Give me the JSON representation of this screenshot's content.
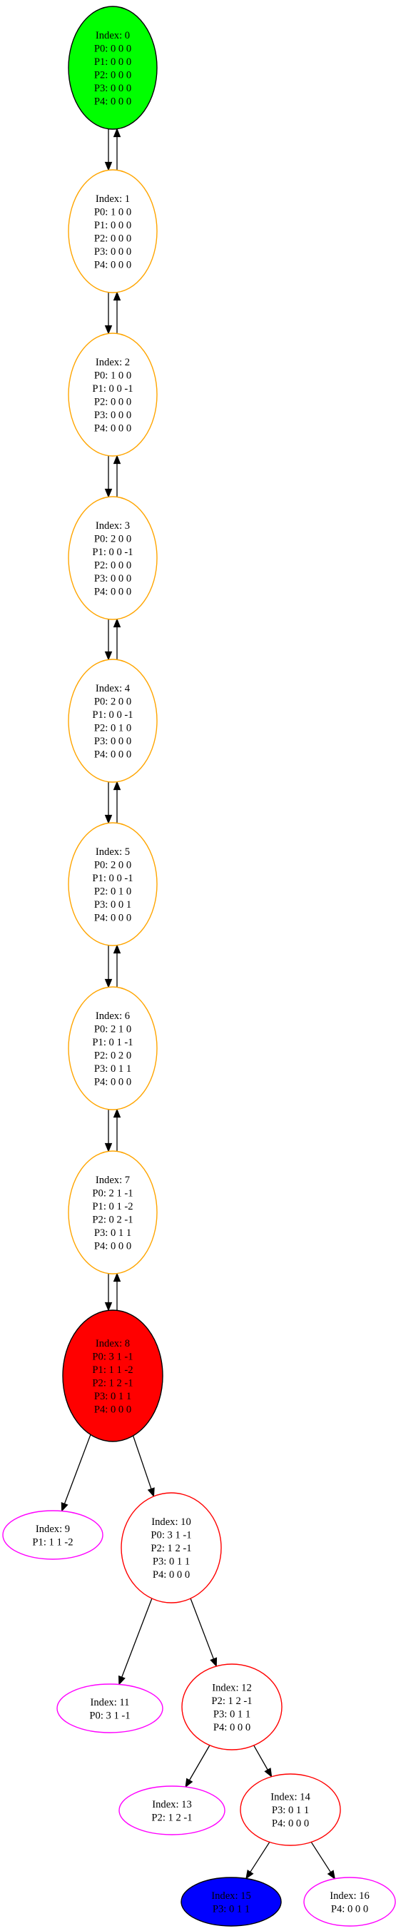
{
  "colors": {
    "root_fill": "#00ff00",
    "branch_fill": "#ff0000",
    "target_fill": "#0000ff",
    "chain_outline": "#ffa500",
    "inner_outline": "#ff0000",
    "leaf_outline": "#ff00ff",
    "edge": "#000000"
  },
  "nodes": [
    {
      "id": "0",
      "lines": [
        "Index: 0",
        "P0: 0 0 0",
        "P1: 0 0 0",
        "P2: 0 0 0",
        "P3: 0 0 0",
        "P4: 0 0 0"
      ]
    },
    {
      "id": "1",
      "lines": [
        "Index: 1",
        "P0: 1 0 0",
        "P1: 0 0 0",
        "P2: 0 0 0",
        "P3: 0 0 0",
        "P4: 0 0 0"
      ]
    },
    {
      "id": "2",
      "lines": [
        "Index: 2",
        "P0: 1 0 0",
        "P1: 0 0 -1",
        "P2: 0 0 0",
        "P3: 0 0 0",
        "P4: 0 0 0"
      ]
    },
    {
      "id": "3",
      "lines": [
        "Index: 3",
        "P0: 2 0 0",
        "P1: 0 0 -1",
        "P2: 0 0 0",
        "P3: 0 0 0",
        "P4: 0 0 0"
      ]
    },
    {
      "id": "4",
      "lines": [
        "Index: 4",
        "P0: 2 0 0",
        "P1: 0 0 -1",
        "P2: 0 1 0",
        "P3: 0 0 0",
        "P4: 0 0 0"
      ]
    },
    {
      "id": "5",
      "lines": [
        "Index: 5",
        "P0: 2 0 0",
        "P1: 0 0 -1",
        "P2: 0 1 0",
        "P3: 0 0 1",
        "P4: 0 0 0"
      ]
    },
    {
      "id": "6",
      "lines": [
        "Index: 6",
        "P0: 2 1 0",
        "P1: 0 1 -1",
        "P2: 0 2 0",
        "P3: 0 1 1",
        "P4: 0 0 0"
      ]
    },
    {
      "id": "7",
      "lines": [
        "Index: 7",
        "P0: 2 1 -1",
        "P1: 0 1 -2",
        "P2: 0 2 -1",
        "P3: 0 1 1",
        "P4: 0 0 0"
      ]
    },
    {
      "id": "8",
      "lines": [
        "Index: 8",
        "P0: 3 1 -1",
        "P1: 1 1 -2",
        "P2: 1 2 -1",
        "P3: 0 1 1",
        "P4: 0 0 0"
      ]
    },
    {
      "id": "9",
      "lines": [
        "Index: 9",
        "P1: 1 1 -2"
      ]
    },
    {
      "id": "10",
      "lines": [
        "Index: 10",
        "P0: 3 1 -1",
        "P2: 1 2 -1",
        "P3: 0 1 1",
        "P4: 0 0 0"
      ]
    },
    {
      "id": "11",
      "lines": [
        "Index: 11",
        "P0: 3 1 -1"
      ]
    },
    {
      "id": "12",
      "lines": [
        "Index: 12",
        "P2: 1 2 -1",
        "P3: 0 1 1",
        "P4: 0 0 0"
      ]
    },
    {
      "id": "13",
      "lines": [
        "Index: 13",
        "P2: 1 2 -1"
      ]
    },
    {
      "id": "14",
      "lines": [
        "Index: 14",
        "P3: 0 1 1",
        "P4: 0 0 0"
      ]
    },
    {
      "id": "15",
      "lines": [
        "Index: 15",
        "P3: 0 1 1"
      ]
    },
    {
      "id": "16",
      "lines": [
        "Index: 16",
        "P4: 0 0 0"
      ]
    }
  ],
  "edges": [
    {
      "from": "0",
      "to": "1"
    },
    {
      "from": "1",
      "to": "0"
    },
    {
      "from": "1",
      "to": "2"
    },
    {
      "from": "2",
      "to": "1"
    },
    {
      "from": "2",
      "to": "3"
    },
    {
      "from": "3",
      "to": "2"
    },
    {
      "from": "3",
      "to": "4"
    },
    {
      "from": "4",
      "to": "3"
    },
    {
      "from": "4",
      "to": "5"
    },
    {
      "from": "5",
      "to": "4"
    },
    {
      "from": "5",
      "to": "6"
    },
    {
      "from": "6",
      "to": "5"
    },
    {
      "from": "6",
      "to": "7"
    },
    {
      "from": "7",
      "to": "6"
    },
    {
      "from": "7",
      "to": "8"
    },
    {
      "from": "8",
      "to": "7"
    },
    {
      "from": "8",
      "to": "9"
    },
    {
      "from": "8",
      "to": "10"
    },
    {
      "from": "10",
      "to": "11"
    },
    {
      "from": "10",
      "to": "12"
    },
    {
      "from": "12",
      "to": "13"
    },
    {
      "from": "12",
      "to": "14"
    },
    {
      "from": "14",
      "to": "15"
    },
    {
      "from": "14",
      "to": "16"
    }
  ]
}
